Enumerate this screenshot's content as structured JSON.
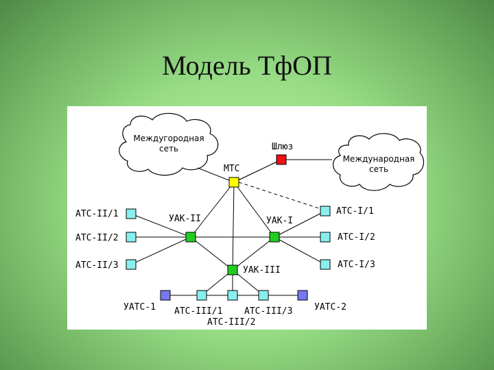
{
  "title": "Модель ТфОП",
  "colors": {
    "mts": "#ffff00",
    "gateway": "#ee1111",
    "uak": "#22cc22",
    "ats": "#88eeee",
    "uats": "#7777ee"
  },
  "nodes": {
    "mts": "МТС",
    "gateway": "Шлюз",
    "uak1": "УАК-I",
    "uak2": "УАК-II",
    "uak3": "УАК-III",
    "ats_i_1": "АТС-I/1",
    "ats_i_2": "АТС-I/2",
    "ats_i_3": "АТС-I/3",
    "ats_ii_1": "АТС-II/1",
    "ats_ii_2": "АТС-II/2",
    "ats_ii_3": "АТС-II/3",
    "ats_iii_1": "АТС-III/1",
    "ats_iii_2": "АТС-III/2",
    "ats_iii_3": "АТС-III/3",
    "uats1": "УАТС-1",
    "uats2": "УАТС-2"
  },
  "clouds": {
    "intercity_line1": "Междугородная",
    "intercity_line2": "сеть",
    "international_line1": "Международная",
    "international_line2": "сеть"
  }
}
